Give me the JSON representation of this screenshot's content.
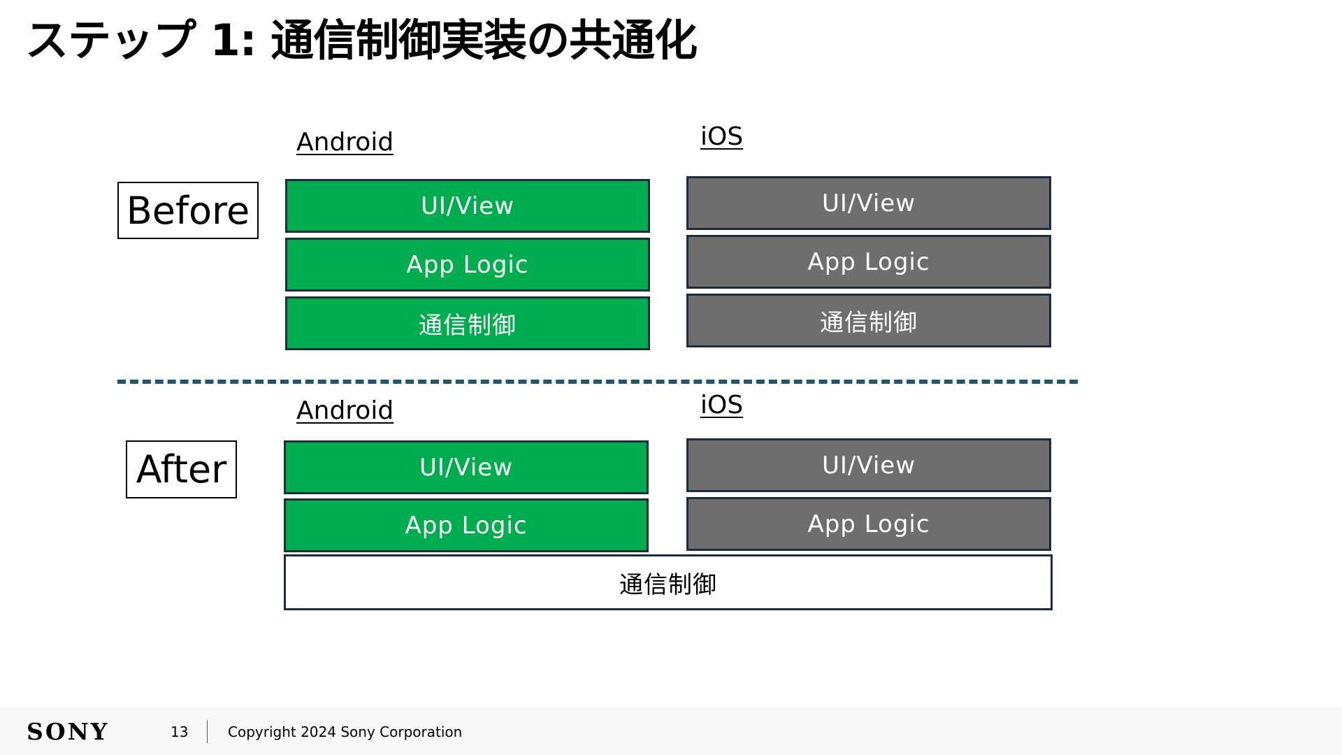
{
  "title": "ステップ 1: 通信制御実装の共通化",
  "before": {
    "label": "Before",
    "android": {
      "label": "Android",
      "layers": [
        "UI/View",
        "App Logic",
        "通信制御"
      ]
    },
    "ios": {
      "label": "iOS",
      "layers": [
        "UI/View",
        "App Logic",
        "通信制御"
      ]
    }
  },
  "after": {
    "label": "After",
    "android": {
      "label": "Android",
      "layers": [
        "UI/View",
        "App Logic"
      ]
    },
    "ios": {
      "label": "iOS",
      "layers": [
        "UI/View",
        "App Logic"
      ]
    },
    "shared_layer": "通信制御"
  },
  "colors": {
    "android": "#00ad4e",
    "ios": "#6e6e6e",
    "border": "#1b2d3c",
    "divider": "#1f5670"
  },
  "footer": {
    "logo": "SONY",
    "page_number": "13",
    "copyright": "Copyright 2024 Sony Corporation"
  }
}
